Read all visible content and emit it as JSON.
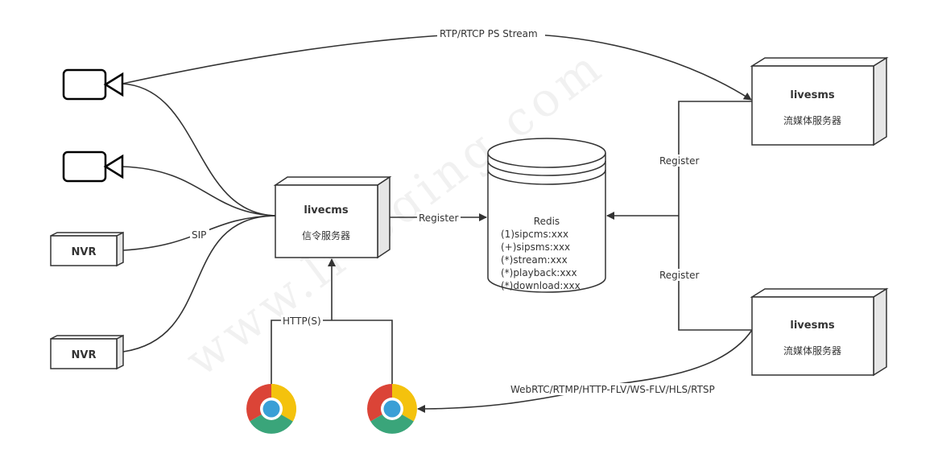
{
  "watermark": "www.liveqing.com",
  "edges": {
    "rtp": "RTP/RTCP PS Stream",
    "sip": "SIP",
    "register_cms": "Register",
    "register_sms1": "Register",
    "register_sms2": "Register",
    "http": "HTTP(S)",
    "webrtc": "WebRTC/RTMP/HTTP-FLV/WS-FLV/HLS/RTSP"
  },
  "nodes": {
    "nvr1": "NVR",
    "nvr2": "NVR",
    "livecms": {
      "title": "livecms",
      "subtitle": "信令服务器"
    },
    "livesms1": {
      "title": "livesms",
      "subtitle": "流媒体服务器"
    },
    "livesms2": {
      "title": "livesms",
      "subtitle": "流媒体服务器"
    },
    "redis": {
      "title": "Redis",
      "lines": [
        "(1)sipcms:xxx",
        "(+)sipsms:xxx",
        "(*)stream:xxx",
        "(*)playback:xxx",
        "(*)download:xxx"
      ]
    }
  },
  "icons": {
    "camera": "camera-icon",
    "browser": "chrome-icon"
  },
  "colors": {
    "line": "#333333",
    "box_side": "#e6e6e6",
    "chrome_red": "#db4437",
    "chrome_yellow": "#f4c20d",
    "chrome_green": "#3aa57a",
    "chrome_blue": "#3a9fd6"
  }
}
